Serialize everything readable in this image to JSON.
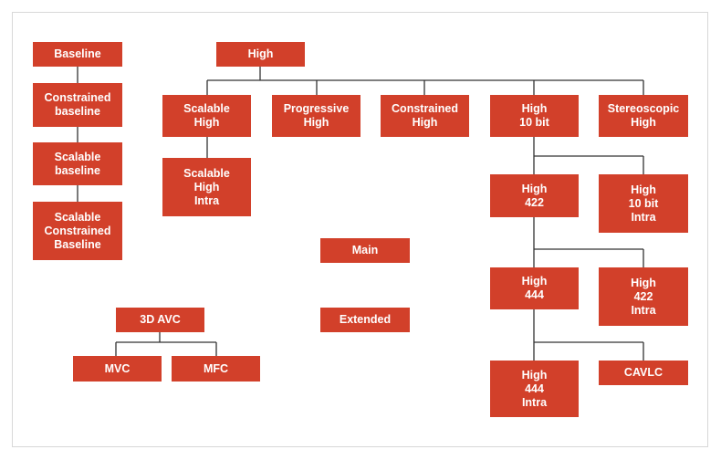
{
  "diagram": {
    "accent_color": "#d2402a",
    "line_color": "#333333",
    "nodes": {
      "baseline": "Baseline",
      "constrained_baseline": "Constrained\nbaseline",
      "scalable_baseline": "Scalable\nbaseline",
      "scalable_constrained_baseline": "Scalable\nConstrained\nBaseline",
      "high": "High",
      "scalable_high": "Scalable\nHigh",
      "progressive_high": "Progressive\nHigh",
      "constrained_high": "Constrained\nHigh",
      "high_10_bit": "High\n10 bit",
      "stereoscopic_high": "Stereoscopic\nHigh",
      "scalable_high_intra": "Scalable\nHigh\nIntra",
      "high_422": "High\n422",
      "high_10_bit_intra": "High\n10 bit\nIntra",
      "main": "Main",
      "high_444": "High\n444",
      "high_422_intra": "High\n422\nIntra",
      "avc_3d": "3D AVC",
      "extended": "Extended",
      "mvc": "MVC",
      "mfc": "MFC",
      "high_444_intra": "High\n444\nIntra",
      "cavlc": "CAVLC"
    }
  }
}
